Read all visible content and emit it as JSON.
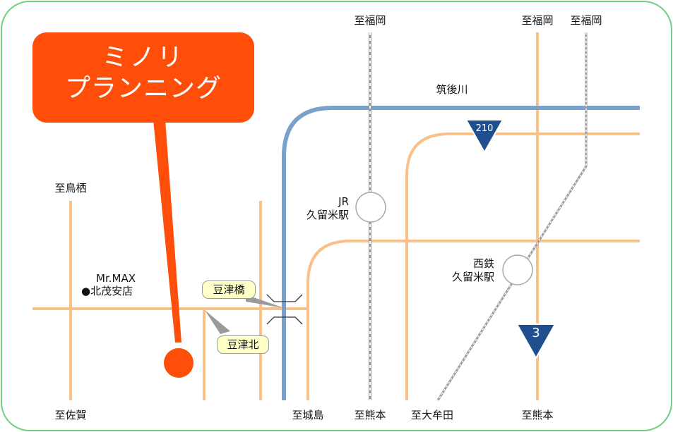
{
  "company": {
    "line1": "ミノリ",
    "line2": "プランニング"
  },
  "labels": {
    "top_fukuoka_1": "至福岡",
    "top_fukuoka_2": "至福岡",
    "top_fukuoka_3": "至福岡",
    "tosu": "至鳥栖",
    "saga": "至佐賀",
    "jojima": "至城島",
    "kumamoto_1": "至熊本",
    "omuta": "至大牟田",
    "kumamoto_2": "至熊本",
    "river": "筑後川",
    "jr_line1": "JR",
    "jr_line2": "久留米駅",
    "nishitetsu_line1": "西鉄",
    "nishitetsu_line2": "久留米駅",
    "store_line1": "Mr.MAX",
    "store_line2": "●北茂安店"
  },
  "intersections": {
    "bridge": "豆津橋",
    "north": "豆津北"
  },
  "routes": {
    "national_210": "210",
    "national_3": "3"
  },
  "colors": {
    "road": "#f9c08a",
    "river": "#7aa0cc",
    "frame": "#6fcf7a",
    "brand": "#ff4e0a",
    "shield": "#1f4f8e",
    "rail": "#9a9a9a"
  }
}
